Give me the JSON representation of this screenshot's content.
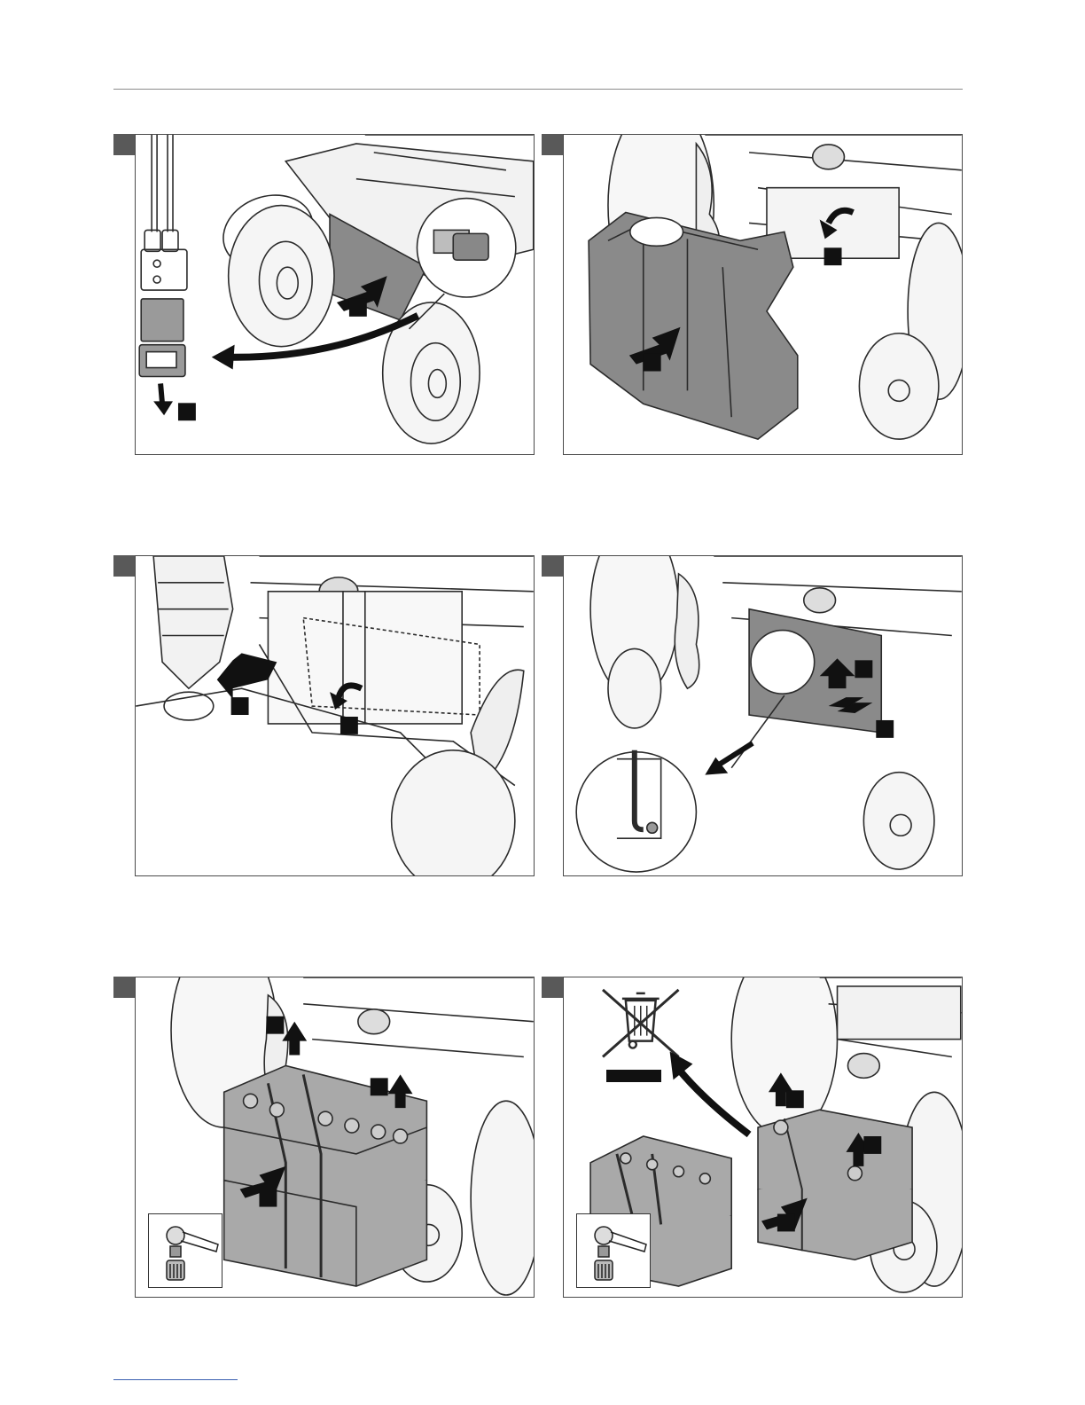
{
  "page": {
    "figures": [
      {
        "id": "fig-1",
        "depicts": "disconnect-connector-remove-front-cover",
        "step_markers": 2
      },
      {
        "id": "fig-2",
        "depicts": "remove-battery-cover",
        "step_markers": 2
      },
      {
        "id": "fig-3",
        "depicts": "open-battery-bracket",
        "step_markers": 2
      },
      {
        "id": "fig-4",
        "depicts": "lift-and-slide-battery-frame",
        "step_markers": 2
      },
      {
        "id": "fig-5",
        "depicts": "disconnect-terminals-remove-battery",
        "step_markers": 3
      },
      {
        "id": "fig-6",
        "depicts": "remove-second-battery-and-dispose",
        "step_markers": 3
      }
    ],
    "colors": {
      "tab": "#595959",
      "rule": "#8c8c8c",
      "line_art": "#2b2b2b",
      "cover_fill": "#8a8a8a",
      "battery_fill": "#a9a9a9",
      "marker": "#111111",
      "link_underline": "#3a5fb0"
    }
  }
}
